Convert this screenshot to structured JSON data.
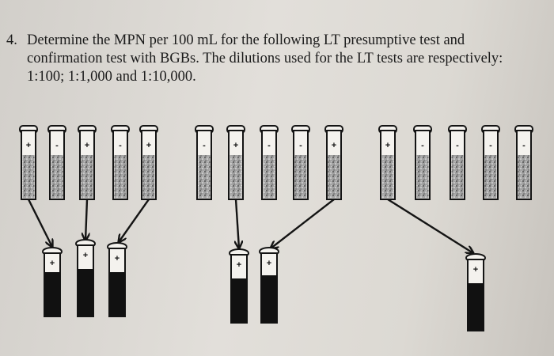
{
  "question": {
    "number": "4.",
    "lines": [
      "Determine the MPN per 100 mL for the following LT presumptive test and",
      "confirmation test with BGBs. The dilutions used for the LT tests are respectively:",
      "1:100; 1:1,000 and 1:10,000."
    ]
  },
  "lt_groups": [
    {
      "dilution": "1:100",
      "results": [
        "+",
        "-",
        "+",
        "-",
        "+"
      ]
    },
    {
      "dilution": "1:1,000",
      "results": [
        "-",
        "+",
        "-",
        "-",
        "+"
      ]
    },
    {
      "dilution": "1:10,000",
      "results": [
        "+",
        "-",
        "-",
        "-",
        "-"
      ]
    }
  ],
  "bgb_groups": [
    {
      "results": [
        "+",
        "+",
        "+"
      ]
    },
    {
      "results": [
        "+",
        "+"
      ]
    },
    {
      "results": [
        "+"
      ]
    }
  ],
  "colors": {
    "ink": "#141414",
    "liquid": "#9a9a9a",
    "bgb_fill": "#111111"
  }
}
